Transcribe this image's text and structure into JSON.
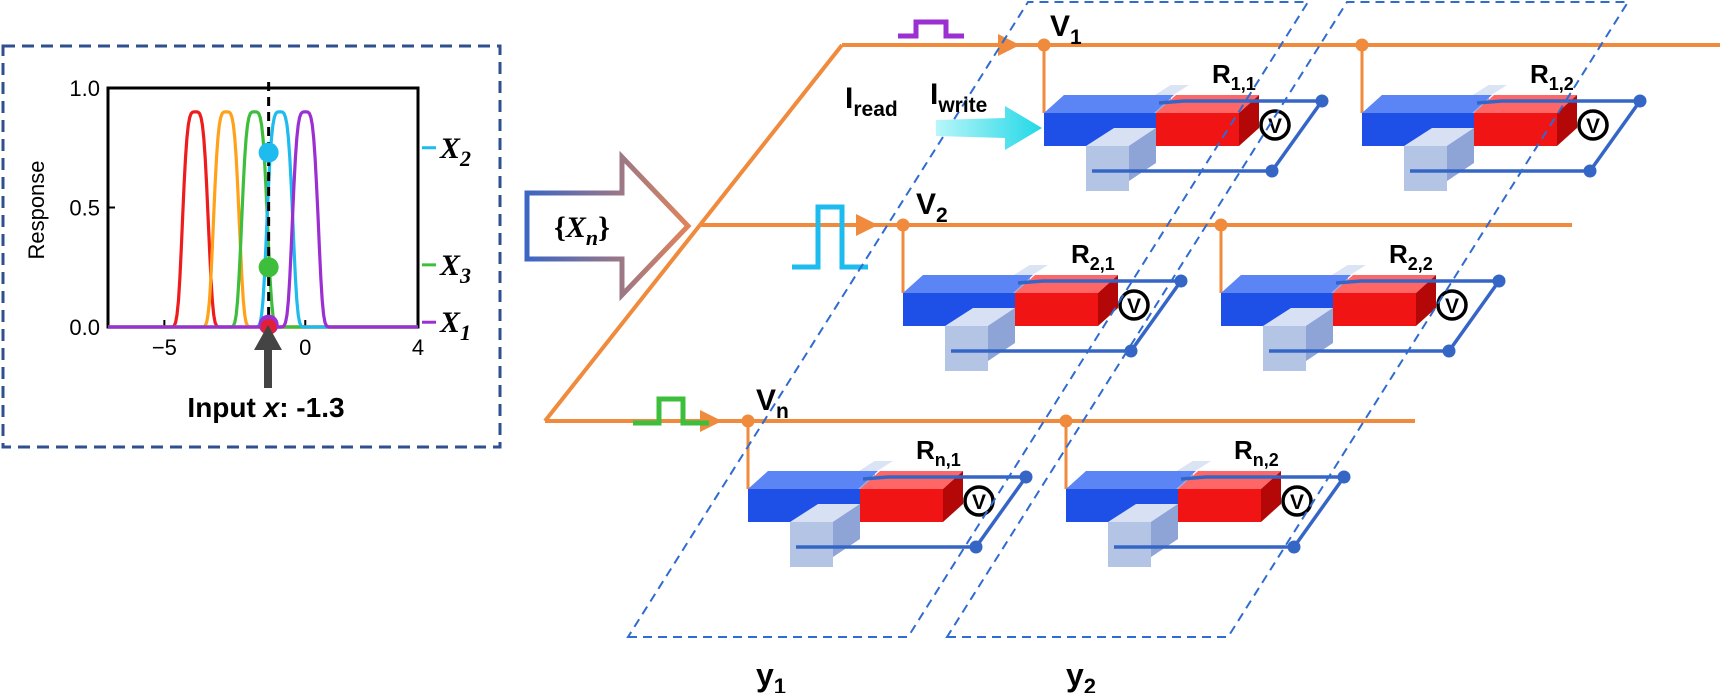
{
  "inset_plot": {
    "ylabel": "Response",
    "xlim": [
      -7,
      4
    ],
    "ylim": [
      0,
      1
    ],
    "xticks": [
      {
        "value": -5,
        "label": "−5"
      },
      {
        "value": 0,
        "label": "0"
      },
      {
        "value": 4,
        "label": "4"
      }
    ],
    "yticks": [
      {
        "value": 0,
        "label": "0.0"
      },
      {
        "value": 0.5,
        "label": "0.5"
      },
      {
        "value": 1,
        "label": "1.0"
      }
    ],
    "input_label_prefix": "Input ",
    "input_label_var": "x",
    "input_label_value": ": -1.3",
    "input_x": -1.3
  },
  "chart_data": {
    "type": "line",
    "ylabel": "Response",
    "xlim": [
      -7,
      4
    ],
    "ylim": [
      0,
      1
    ],
    "curves": [
      {
        "color": "#ee1c1c",
        "center": -3.9,
        "width": 0.42,
        "peak": 0.9
      },
      {
        "color": "#ffa21a",
        "center": -2.8,
        "width": 0.42,
        "peak": 0.9
      },
      {
        "color": "#3dbf3d",
        "center": -1.8,
        "width": 0.42,
        "peak": 0.9
      },
      {
        "color": "#1ebbee",
        "center": -0.9,
        "width": 0.42,
        "peak": 0.9
      },
      {
        "color": "#9b2fd1",
        "center": 0.0,
        "width": 0.42,
        "peak": 0.9
      }
    ],
    "markers": [
      {
        "x": -1.3,
        "y": 0.73,
        "color": "#1ebbee"
      },
      {
        "x": -1.3,
        "y": 0.25,
        "color": "#3dbf3d"
      },
      {
        "x": -1.3,
        "y": 0.01,
        "color": "#9b2fd1"
      }
    ],
    "side_labels": [
      {
        "y": 0.75,
        "text": "X",
        "sub": "2",
        "color": "#1ebbee"
      },
      {
        "y": 0.26,
        "text": "X",
        "sub": "3",
        "color": "#3dbf3d"
      },
      {
        "y": 0.02,
        "text": "X",
        "sub": "1",
        "color": "#9b2fd1"
      }
    ]
  },
  "arrow_label": {
    "open": "{",
    "var": "X",
    "sub": "n",
    "close": "}"
  },
  "rows": [
    {
      "v_label": "V",
      "v_sub": "1",
      "pulse_color": "#9b2fd1",
      "cells": [
        {
          "main": "R",
          "sub": "1,1"
        },
        {
          "main": "R",
          "sub": "1,2"
        }
      ]
    },
    {
      "v_label": "V",
      "v_sub": "2",
      "pulse_color": "#1ebbee",
      "cells": [
        {
          "main": "R",
          "sub": "2,1"
        },
        {
          "main": "R",
          "sub": "2,2"
        }
      ]
    },
    {
      "v_label": "V",
      "v_sub": "n",
      "pulse_color": "#3dbf3d",
      "cells": [
        {
          "main": "R",
          "sub": "n,1"
        },
        {
          "main": "R",
          "sub": "n,2"
        }
      ]
    }
  ],
  "columns": [
    {
      "label": "y",
      "sub": "1"
    },
    {
      "label": "y",
      "sub": "2"
    }
  ],
  "i_read": {
    "main": "I",
    "sub": "read"
  },
  "i_write": {
    "main": "I",
    "sub": "write"
  },
  "voltmeter_symbol": "V",
  "colors": {
    "wire": "#f08a3c",
    "frame": "#2f5aa0",
    "device_blue": "#1e4fe6",
    "device_red": "#f01414",
    "rail": "#b4c4e4",
    "contact": "#3566c6",
    "write_arrow": "#3fe3e8"
  }
}
